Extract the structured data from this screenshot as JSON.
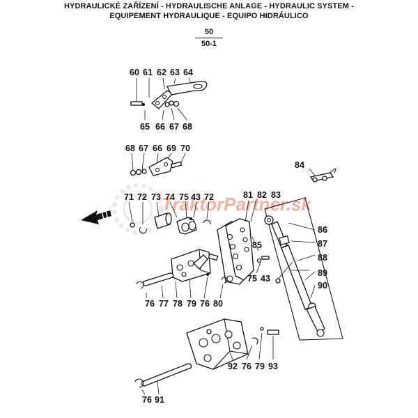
{
  "header": {
    "line1": "HYDRAULICKÉ ZAŘÍZENÍ - HYDRAULISCHE ANLAGE - HYDRAULIC SYSTEM -",
    "line2": "EQUIPEMENT HYDRAULIQUE - EQUIPO HIDRÁULICO",
    "fraction_top": "50",
    "fraction_bottom": "50-1"
  },
  "watermark": "TraktorPartner.sk",
  "callouts": {
    "row_top": [
      "60",
      "61",
      "62",
      "63",
      "64"
    ],
    "row_top_bottom": [
      "65",
      "66",
      "67",
      "68"
    ],
    "row_mid": [
      "68",
      "67",
      "66",
      "69",
      "70"
    ],
    "label_84": "84",
    "row_center": [
      "71",
      "72",
      "73",
      "74",
      "75",
      "43",
      "72"
    ],
    "row_right": [
      "81",
      "82",
      "83"
    ],
    "right_side": [
      "86",
      "87",
      "88",
      "89",
      "90"
    ],
    "label_85": "85",
    "row_75_43": [
      "75",
      "43"
    ],
    "row_lower": [
      "76",
      "77",
      "78",
      "79",
      "76",
      "80"
    ],
    "row_bottom_right": [
      "92",
      "76",
      "79",
      "93"
    ],
    "row_bottom_left": [
      "76",
      "91"
    ]
  }
}
